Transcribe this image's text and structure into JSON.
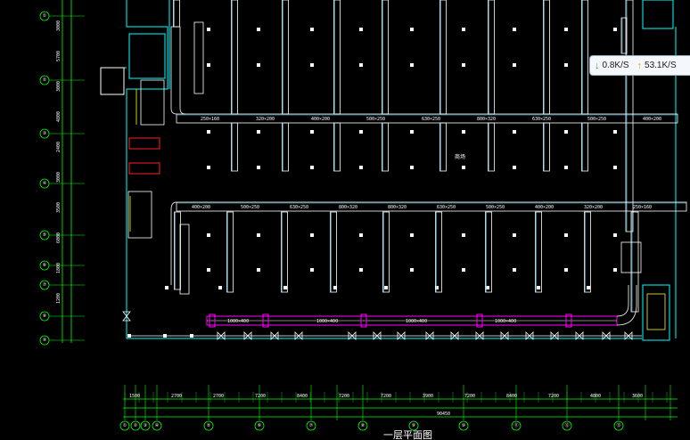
{
  "drawing": {
    "title": "一层平面图",
    "room_label": "商场"
  },
  "network_widget": {
    "download": "0.8K/S",
    "upload": "53.1K/S"
  },
  "left_axis": {
    "markers": [
      "①",
      "②",
      "③",
      "④",
      "⑤",
      "⑥",
      "⑦",
      "⑧",
      "⑨"
    ],
    "dims": [
      "3000",
      "5700",
      "3000",
      "4800",
      "2400",
      "3000",
      "3500",
      "6000",
      "1800",
      "1200"
    ]
  },
  "bottom_axis": {
    "markers": [
      "①",
      "②",
      "③",
      "④",
      "⑤",
      "⑥",
      "⑦",
      "⑧",
      "⑨",
      "⑩",
      "⑪",
      "⑫",
      "⑬"
    ],
    "total_dim": "90450",
    "dims": [
      "1500",
      "2700",
      "2700",
      "7200",
      "8400",
      "7200",
      "7200",
      "3900",
      "7200",
      "8400",
      "7200",
      "4800",
      "3600"
    ]
  },
  "duct_labels": {
    "upper_main": [
      "250×160",
      "320×200",
      "400×200",
      "500×250",
      "630×250",
      "800×320",
      "630×250",
      "500×250",
      "400×200"
    ],
    "lower_main": [
      "400×200",
      "500×250",
      "630×250",
      "800×320",
      "800×320",
      "630×250",
      "500×250",
      "400×200",
      "320×200",
      "250×160"
    ],
    "exhaust": [
      "1000×400",
      "1000×400",
      "1000×400",
      "1000×400"
    ]
  },
  "colors": {
    "background": "#000000",
    "duct": "#ffffff",
    "duct_edge": "#5ad0ff",
    "wall": "#00ffff",
    "axis": "#00ff00",
    "exhaust": "#ff00ff",
    "stair": "#ffff00",
    "equipment": "#ff2020"
  }
}
